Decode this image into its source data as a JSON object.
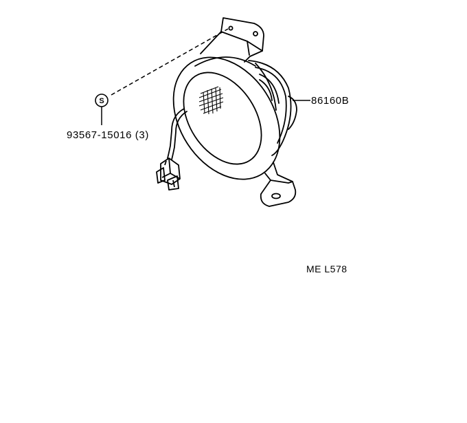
{
  "diagram": {
    "part_number_speaker": "86160B",
    "screw_callout_symbol": "S",
    "screw_part_label": "93567-15016 (3)",
    "reference_code": "ME L578"
  }
}
